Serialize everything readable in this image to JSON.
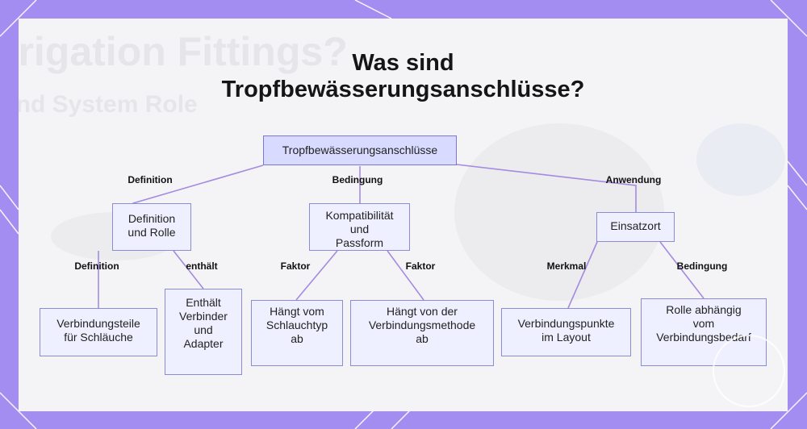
{
  "background": {
    "ghost_line1": "rrigation Fittings?",
    "ghost_line2": "and System Role",
    "accent_color": "#a48df0"
  },
  "title": {
    "line1": "Was sind",
    "line2": "Tropfbewässerungsanschlüsse?"
  },
  "nodes": {
    "root": "Tropfbewässerungsanschlüsse",
    "definition": [
      "Definition",
      "und Rolle"
    ],
    "kompat": [
      "Kompatibilität",
      "und",
      "Passform"
    ],
    "einsatz": [
      "Einsatzort"
    ],
    "verbindungsteile": [
      "Verbindungsteile",
      "für Schläuche"
    ],
    "enthaelt": [
      "Enthält",
      "Verbinder",
      "und",
      "Adapter"
    ],
    "schlauchtyp": [
      "Hängt vom",
      "Schlauchtyp",
      "ab"
    ],
    "methode": [
      "Hängt von der",
      "Verbindungsmethode",
      "ab"
    ],
    "punkte": [
      "Verbindungspunkte",
      "im Layout"
    ],
    "rolle": [
      "Rolle abhängig",
      "vom",
      "Verbindungsbedarf"
    ]
  },
  "edge_labels": {
    "definition": "Definition",
    "bedingung": "Bedingung",
    "anwendung": "Anwendung",
    "def2": "Definition",
    "enthaelt": "enthält",
    "faktor1": "Faktor",
    "faktor2": "Faktor",
    "merkmal": "Merkmal",
    "bedingung2": "Bedingung"
  },
  "colors": {
    "line": "#a48ae0",
    "node_fill": "#eef0ff",
    "root_fill": "#d8dbff",
    "node_border": "#8c8cd4"
  }
}
